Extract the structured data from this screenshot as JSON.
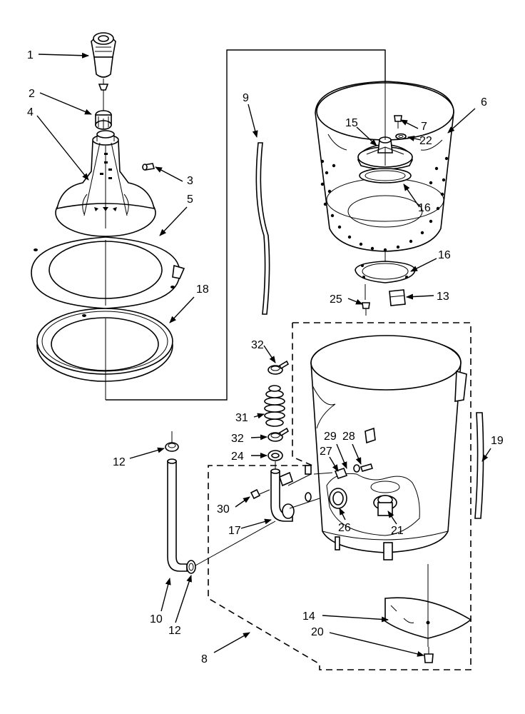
{
  "diagram": {
    "callouts": {
      "c1": "1",
      "c2": "2",
      "c3": "3",
      "c4": "4",
      "c5": "5",
      "c6": "6",
      "c7": "7",
      "c8": "8",
      "c9": "9",
      "c10": "10",
      "c12a": "12",
      "c12b": "12",
      "c13": "13",
      "c14": "14",
      "c15": "15",
      "c16a": "16",
      "c16b": "16",
      "c17": "17",
      "c18": "18",
      "c19": "19",
      "c20": "20",
      "c21": "21",
      "c22": "22",
      "c24": "24",
      "c25": "25",
      "c26": "26",
      "c27": "27",
      "c28": "28",
      "c29": "29",
      "c30": "30",
      "c31": "31",
      "c32a": "32",
      "c32b": "32"
    }
  }
}
